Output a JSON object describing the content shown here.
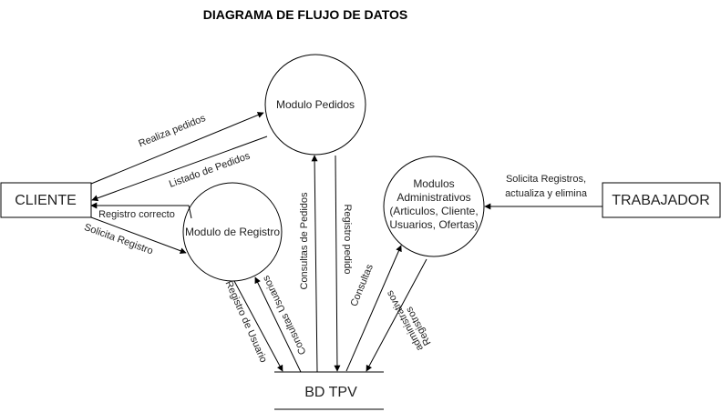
{
  "title": "DIAGRAMA DE FLUJO DE DATOS",
  "entities": {
    "cliente": "CLIENTE",
    "trabajador": "TRABAJADOR"
  },
  "processes": {
    "pedidos": "Modulo Pedidos",
    "registro": "Modulo de Registro",
    "admin": [
      "Modulos",
      "Administrativos",
      "(Articulos, Cliente,",
      "Usuarios, Ofertas)"
    ]
  },
  "datastore": "BD TPV",
  "flows": {
    "realiza_pedidos": "Realiza pedidos",
    "listado_pedidos": "Listado de Pedidos",
    "registro_correcto": "Registro correcto",
    "solicita_registro": "Solicita Registro",
    "solicita_registros": [
      "Solicita Registros,",
      "actualiza y elimina"
    ],
    "consultas_pedidos": "Consultas de Pedidos",
    "registro_pedido": "Registro pedido",
    "registro_usuario": "Registro de Usuario",
    "consultas_usuarios": "Consultas Usuarios",
    "consultas": "Consultas",
    "registros_admin": [
      "Registros",
      "administrativos"
    ]
  }
}
